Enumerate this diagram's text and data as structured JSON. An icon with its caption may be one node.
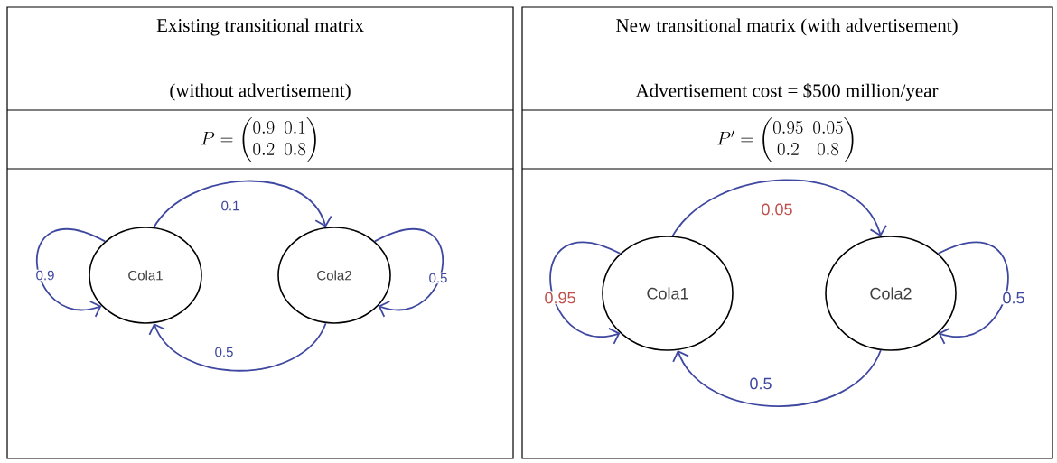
{
  "diagram": {
    "nodes": [
      {
        "text": [
          "Cola1"
        ]
      },
      {
        "text": [
          "Cola2"
        ]
      },
      {
        "text": [
          "Cola1"
        ]
      },
      {
        "text": [
          "Cola2"
        ]
      }
    ],
    "edges": [
      {
        "from": 0,
        "to": 0,
        "arrow": "to",
        "label": "0.9"
      },
      {
        "from": 0,
        "to": 1,
        "arrow": "to",
        "label": "0.1"
      },
      {
        "from": 1,
        "to": 0,
        "arrow": "to",
        "label": "0.5"
      },
      {
        "from": 1,
        "to": 1,
        "arrow": "to",
        "label": "0.5"
      },
      {
        "from": 2,
        "to": 2,
        "arrow": "to",
        "label": "0.95"
      },
      {
        "from": 2,
        "to": 3,
        "arrow": "to",
        "label": "0.05"
      },
      {
        "from": 3,
        "to": 2,
        "arrow": "to",
        "label": "0.5"
      },
      {
        "from": 3,
        "to": 3,
        "arrow": "to",
        "label": "0.5"
      }
    ],
    "labels": [
      "Existing transitional matrix",
      "(without advertisement)",
      "New transitional matrix (with advertisement)",
      "Advertisement cost = $500 million/year",
      "P = \\begin{pmatrix}0.9 & 0.1\\\\ 0.2 & 0.8\\end{pmatrix}",
      "P' = \\begin{pmatrix}0.95 & 0.05\\\\ 0.2 & 0.8\\end{pmatrix}"
    ]
  }
}
